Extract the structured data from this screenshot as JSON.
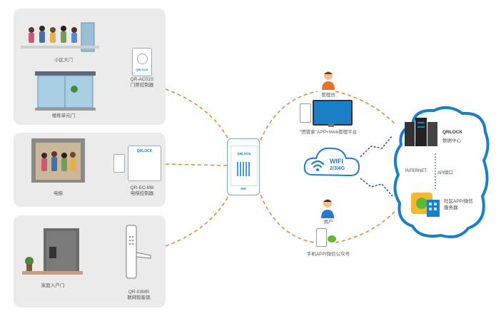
{
  "colors": {
    "orange_dash": "#e88a2e",
    "blue": "#1a7fc9",
    "panel_bg": "#ebebeb",
    "navy_dash": "#1b4f8a"
  },
  "panel1": {
    "gate_label": "小区大门",
    "door_label": "楼栋单元门",
    "controller_model": "QR-AC01S",
    "controller_desc": "门禁控制器",
    "controller_brand": "QRLOCK"
  },
  "panel2": {
    "elevator_label": "电梯",
    "controller_model": "QR-EC-MB",
    "controller_desc": "电梯控制器",
    "controller_brand": "QRLOCK"
  },
  "panel3": {
    "door_label": "家庭入户门",
    "lock_model": "QR-03MR",
    "lock_desc": "联网智能锁"
  },
  "phone": {
    "brand": "QRLOCK"
  },
  "wifi": {
    "label": "WIFI",
    "sub": "2/3/4G"
  },
  "admin": {
    "role": "管理员",
    "platform": "\"团管家\"APP+Web管理平台"
  },
  "user": {
    "role": "用户",
    "channel": "手机APP/微信公众号"
  },
  "cloud": {
    "datacenter_brand": "QRLOCK",
    "datacenter_desc": "数据中心",
    "internet": "INTERNET",
    "api": "API接口",
    "server": "社区APP/微信",
    "server2": "服务器"
  }
}
